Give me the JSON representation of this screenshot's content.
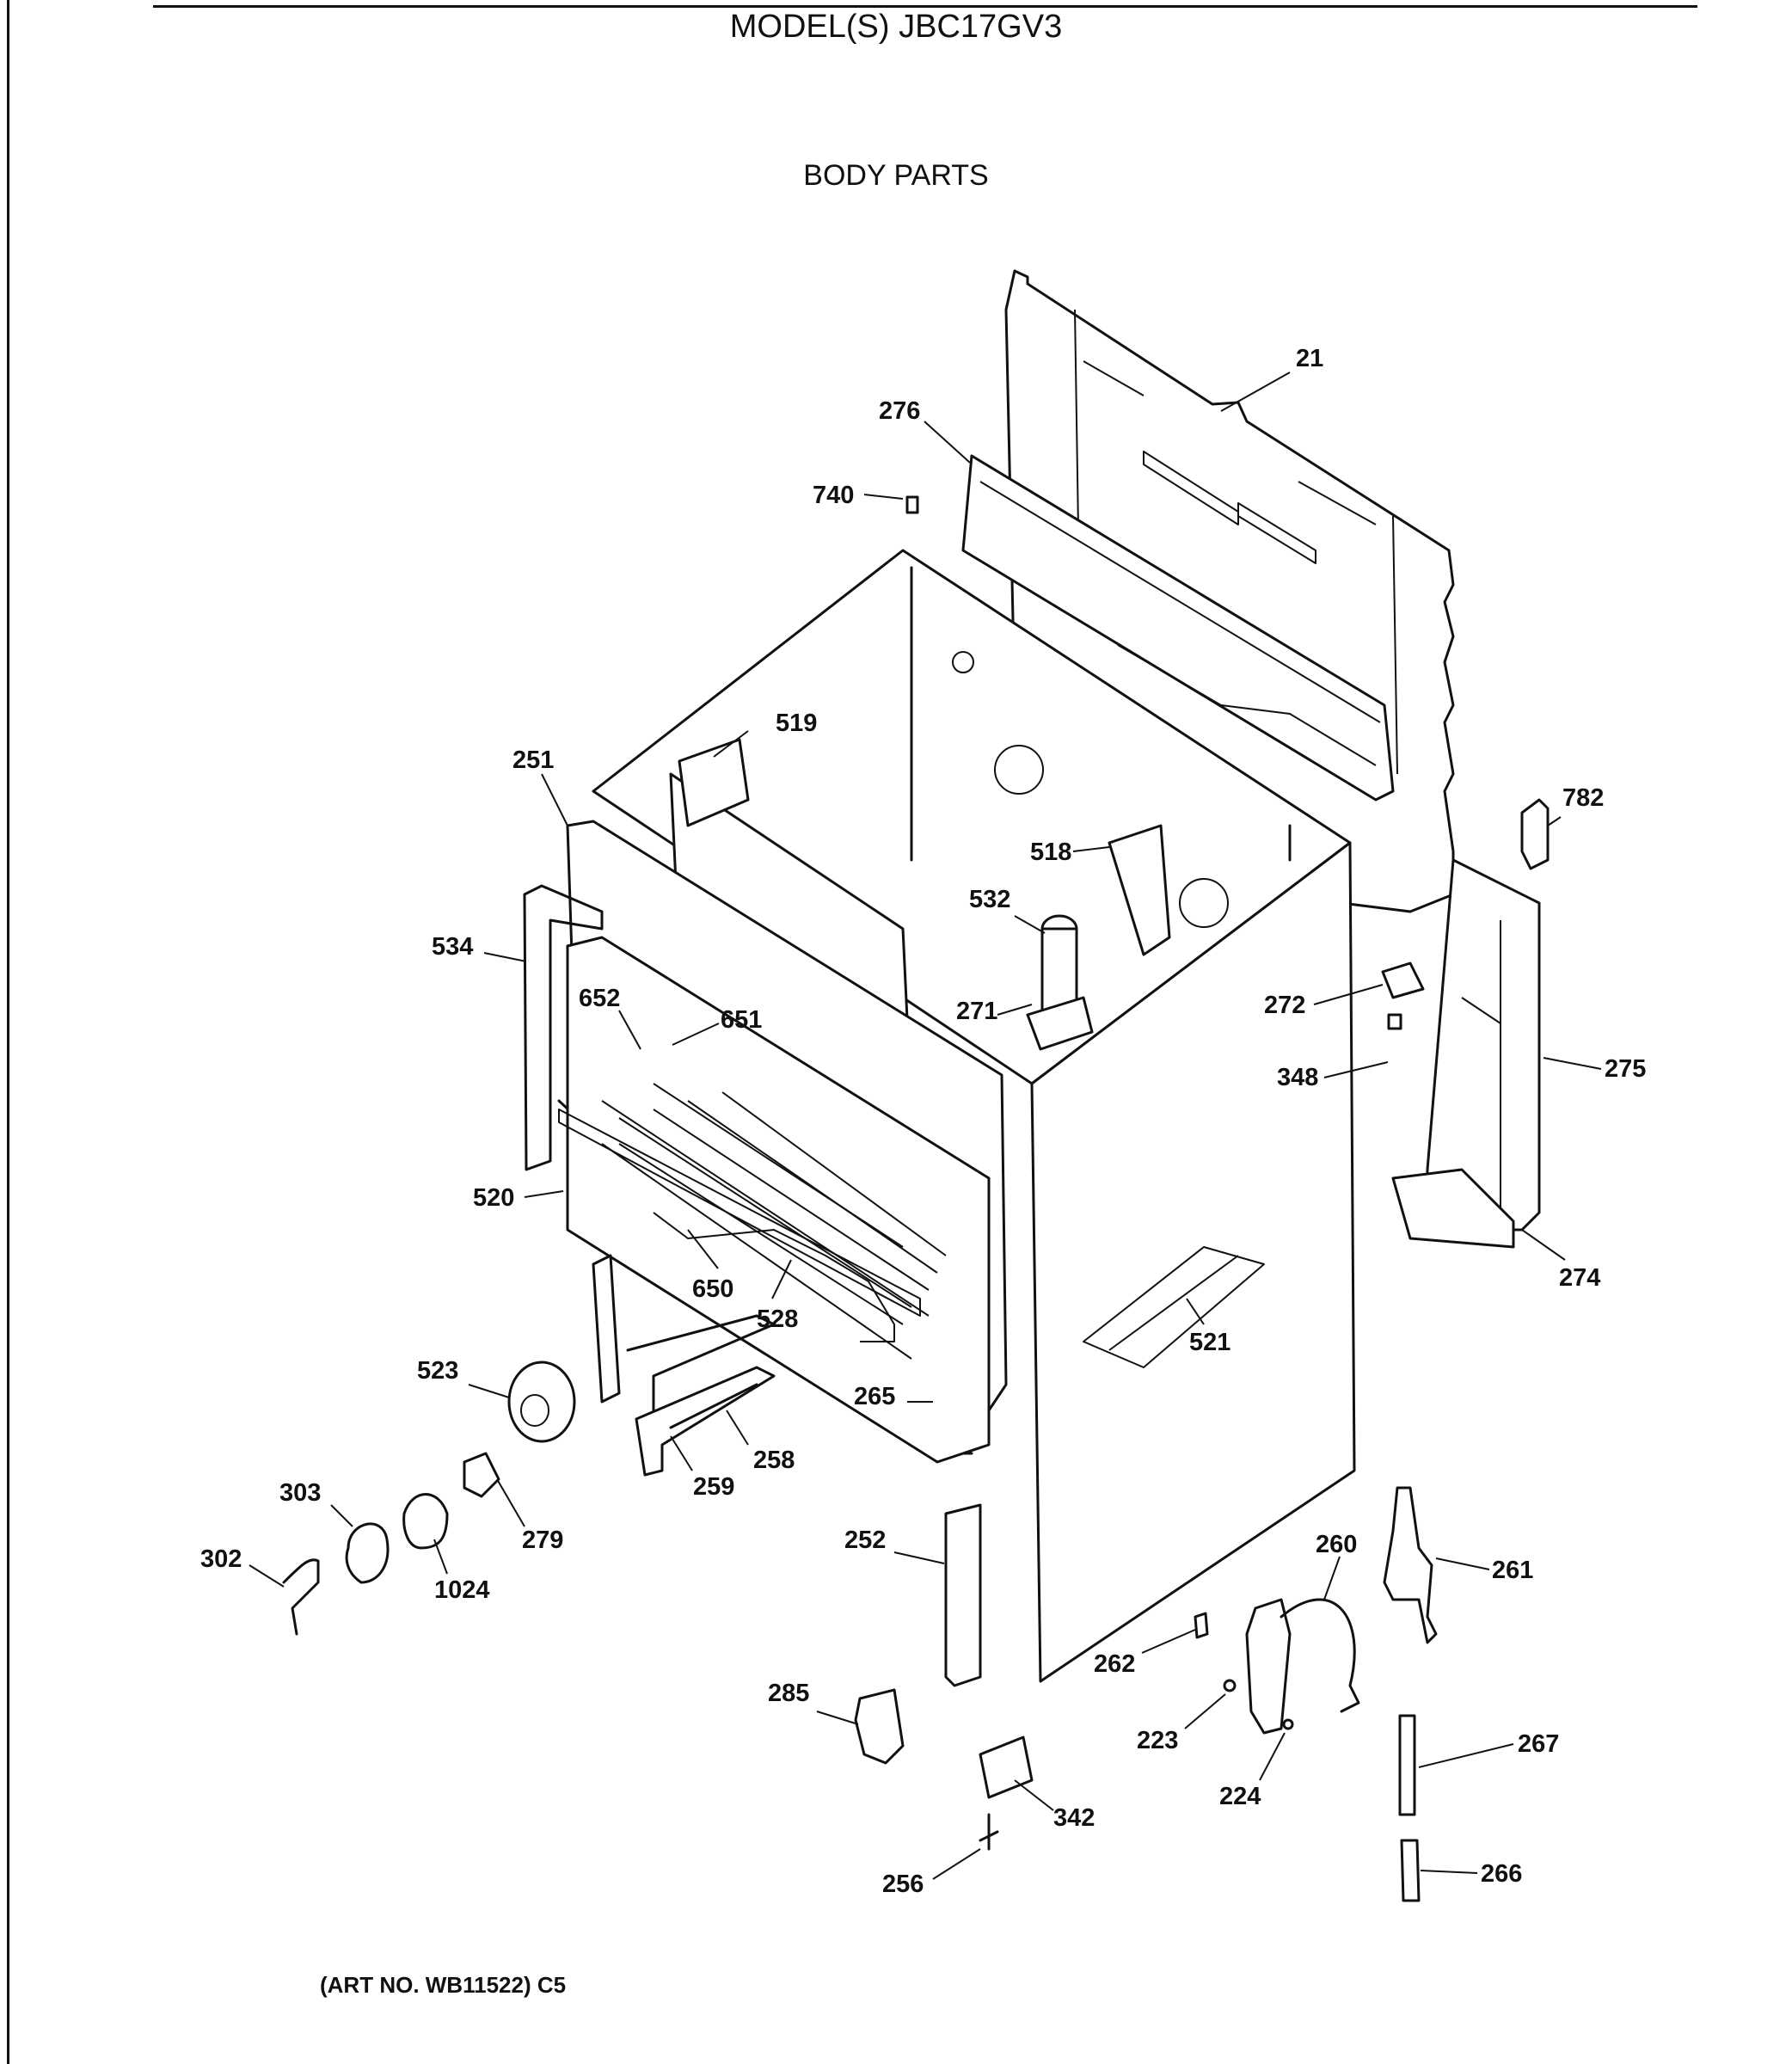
{
  "header": {
    "model": "MODEL(S) JBC17GV3",
    "section": "BODY PARTS"
  },
  "footer": {
    "art_no": "(ART NO. WB11522) C5"
  },
  "callouts": [
    {
      "id": "c21",
      "num": "21"
    },
    {
      "id": "c276",
      "num": "276"
    },
    {
      "id": "c740",
      "num": "740"
    },
    {
      "id": "c519",
      "num": "519"
    },
    {
      "id": "c251",
      "num": "251"
    },
    {
      "id": "c782",
      "num": "782"
    },
    {
      "id": "c518",
      "num": "518"
    },
    {
      "id": "c532",
      "num": "532"
    },
    {
      "id": "c534",
      "num": "534"
    },
    {
      "id": "c652",
      "num": "652"
    },
    {
      "id": "c651",
      "num": "651"
    },
    {
      "id": "c271",
      "num": "271"
    },
    {
      "id": "c272",
      "num": "272"
    },
    {
      "id": "c348",
      "num": "348"
    },
    {
      "id": "c275",
      "num": "275"
    },
    {
      "id": "c520",
      "num": "520"
    },
    {
      "id": "c274",
      "num": "274"
    },
    {
      "id": "c650",
      "num": "650"
    },
    {
      "id": "c528",
      "num": "528"
    },
    {
      "id": "c521",
      "num": "521"
    },
    {
      "id": "c523",
      "num": "523"
    },
    {
      "id": "c265",
      "num": "265"
    },
    {
      "id": "c258",
      "num": "258"
    },
    {
      "id": "c259",
      "num": "259"
    },
    {
      "id": "c303",
      "num": "303"
    },
    {
      "id": "c279",
      "num": "279"
    },
    {
      "id": "c302",
      "num": "302"
    },
    {
      "id": "c1024",
      "num": "1024"
    },
    {
      "id": "c252",
      "num": "252"
    },
    {
      "id": "c260",
      "num": "260"
    },
    {
      "id": "c261",
      "num": "261"
    },
    {
      "id": "c262",
      "num": "262"
    },
    {
      "id": "c285",
      "num": "285"
    },
    {
      "id": "c223",
      "num": "223"
    },
    {
      "id": "c267",
      "num": "267"
    },
    {
      "id": "c224",
      "num": "224"
    },
    {
      "id": "c342",
      "num": "342"
    },
    {
      "id": "c256",
      "num": "256"
    },
    {
      "id": "c266",
      "num": "266"
    }
  ]
}
